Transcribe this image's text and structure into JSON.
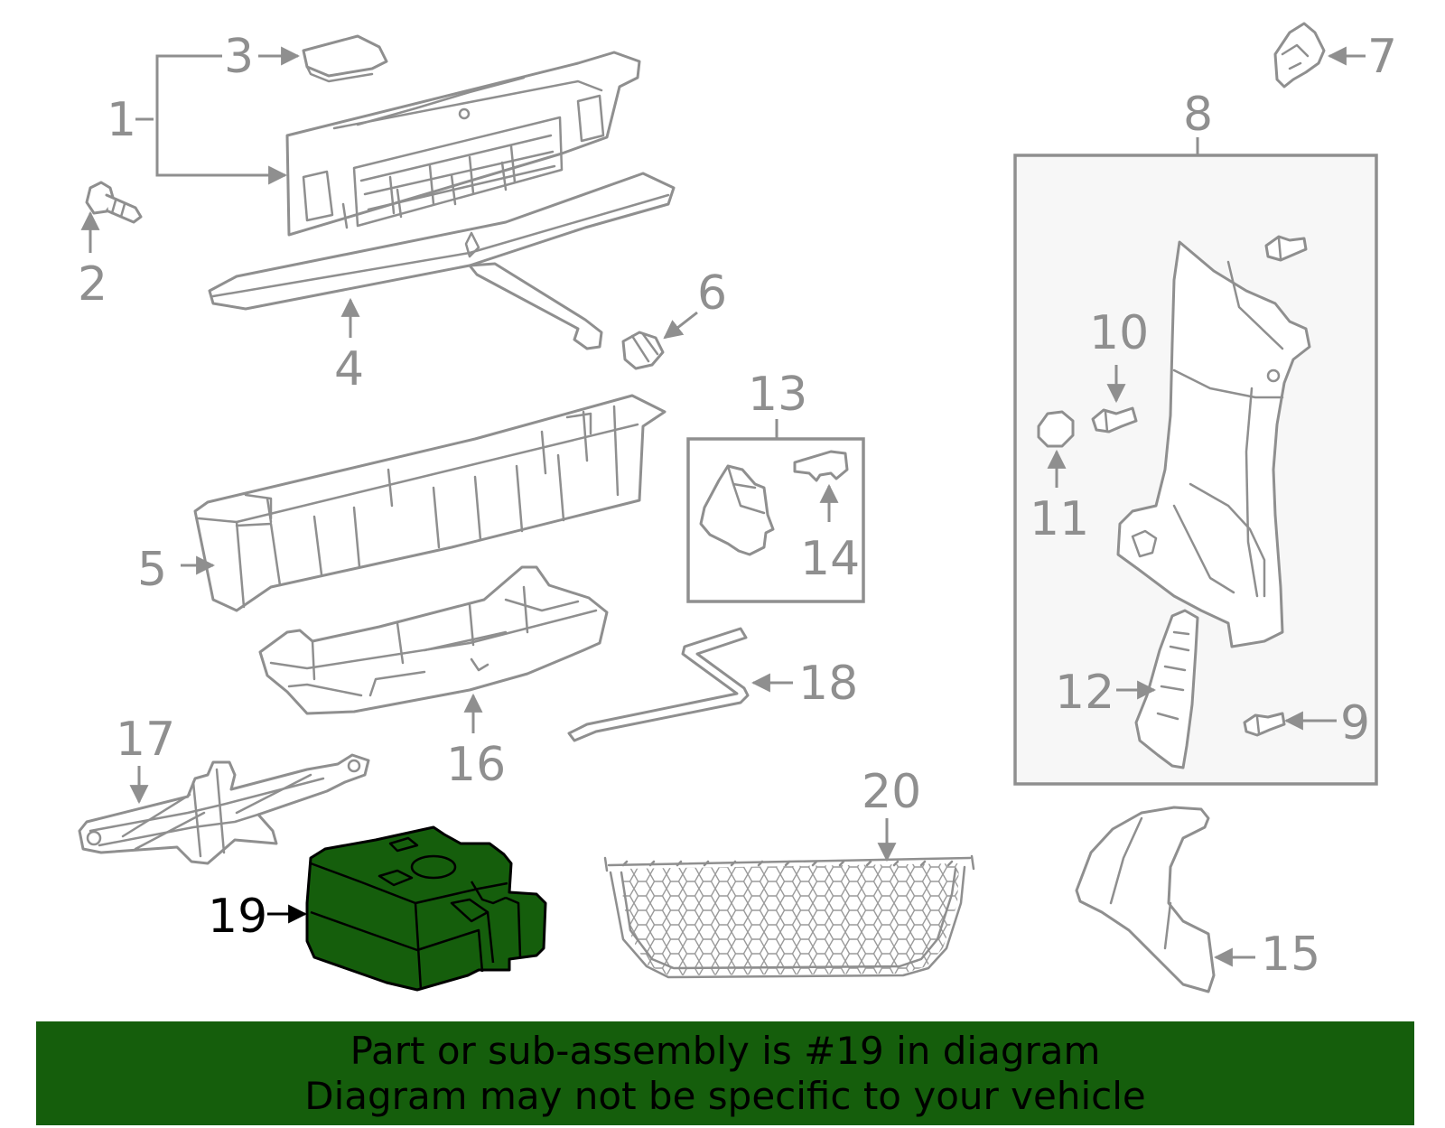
{
  "colors": {
    "highlight": "#155e0c",
    "line_art": "#8f8f8f",
    "callout_text": "#8f8f8f",
    "highlight_label": "#000000",
    "banner_background": "#155e0c"
  },
  "highlighted_part": "19",
  "callouts": {
    "c1": "1",
    "c2": "2",
    "c3": "3",
    "c4": "4",
    "c5": "5",
    "c6": "6",
    "c7": "7",
    "c8": "8",
    "c9": "9",
    "c10": "10",
    "c11": "11",
    "c12": "12",
    "c13": "13",
    "c14": "14",
    "c15": "15",
    "c16": "16",
    "c17": "17",
    "c18": "18",
    "c19": "19",
    "c20": "20"
  },
  "banner": {
    "line1": "Part or sub-assembly is #19 in diagram",
    "line2": "Diagram may not be specific to your vehicle"
  }
}
